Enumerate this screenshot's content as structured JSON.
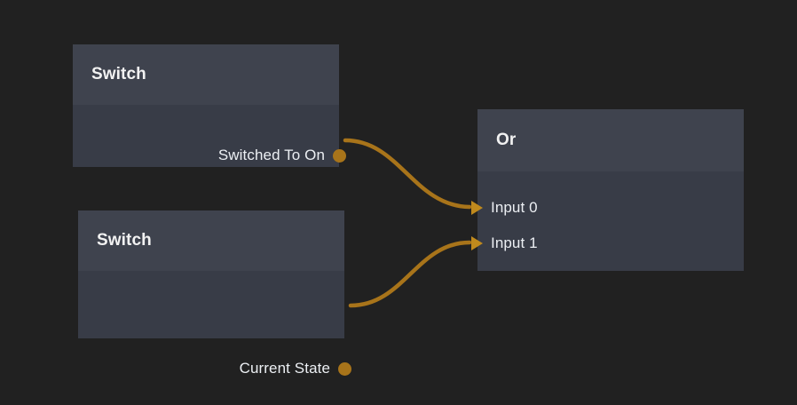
{
  "canvas": {
    "background_color": "#212121",
    "wire_color": "#a8741a",
    "arrow_color": "#c08a1d",
    "node_body_color": "#383c47",
    "node_header_color": "#3f434e",
    "title_text_color": "#f2f2f2",
    "pin_text_color": "#eceff3"
  },
  "nodes": [
    {
      "id": "switch-1",
      "title": "Switch",
      "outputs": [
        {
          "label": "Switched To On",
          "pin_icon": "circle-pin-icon"
        }
      ],
      "inputs": []
    },
    {
      "id": "switch-2",
      "title": "Switch",
      "outputs": [
        {
          "label": "Current State",
          "pin_icon": "circle-pin-icon"
        }
      ],
      "inputs": []
    },
    {
      "id": "or",
      "title": "Or",
      "inputs": [
        {
          "label": "Input 0",
          "pin_icon": "arrow-pin-icon"
        },
        {
          "label": "Input 1",
          "pin_icon": "arrow-pin-icon"
        }
      ],
      "outputs": []
    }
  ],
  "connections": [
    {
      "from": "switch-1.Switched To On",
      "to": "or.Input 0"
    },
    {
      "from": "switch-2.Current State",
      "to": "or.Input 1"
    }
  ]
}
